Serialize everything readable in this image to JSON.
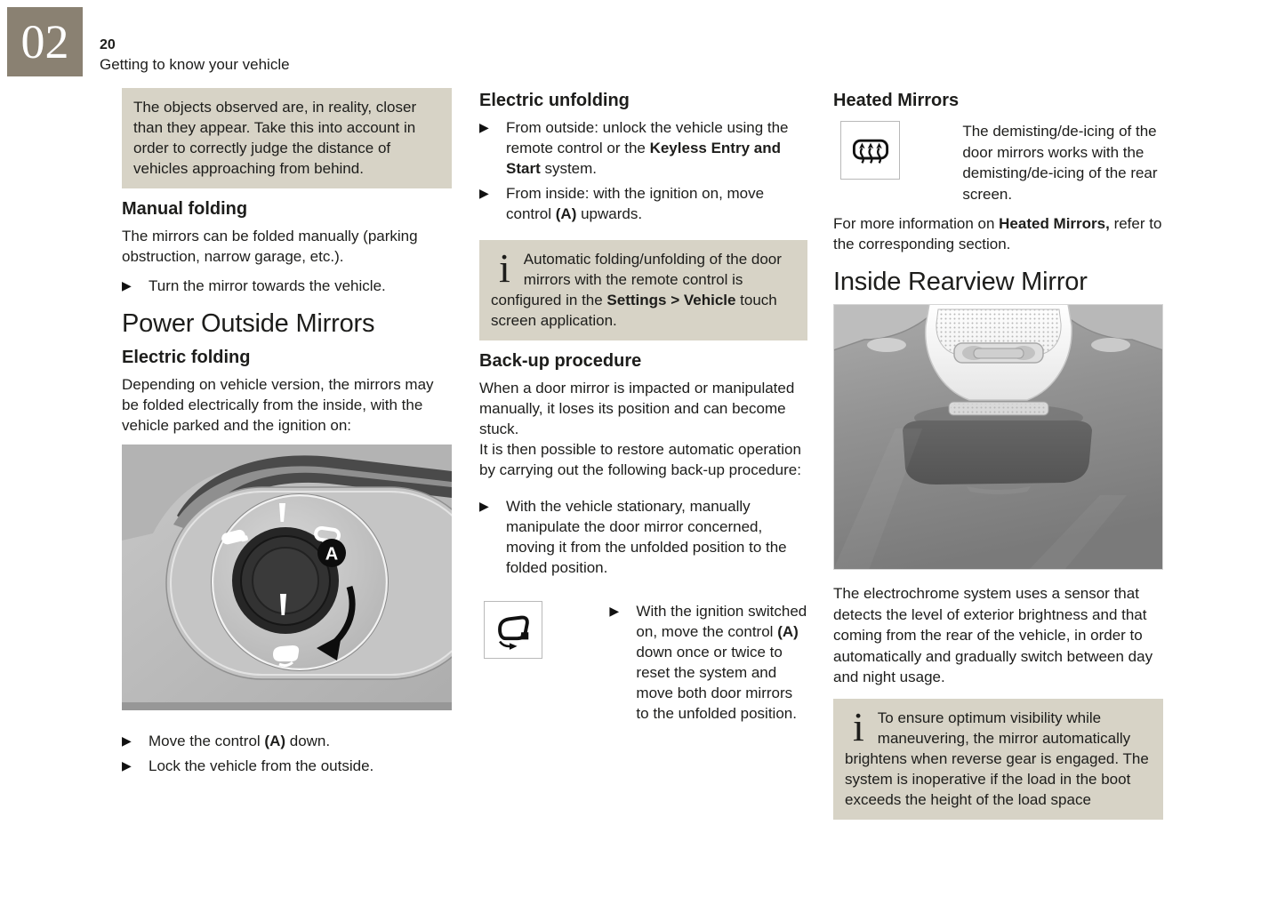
{
  "header": {
    "chapter_number": "02",
    "page_number": "20",
    "chapter_title": "Getting to know your vehicle"
  },
  "icons": {
    "bullet_arrow": "▶",
    "info_glyph": "i"
  },
  "colors": {
    "note_box_background": "#d7d3c6",
    "chapter_box_background": "#8a8172"
  },
  "col1": {
    "warning_text": "The objects observed are, in reality, closer than they appear. Take this into account in order to correctly judge the distance of vehicles approaching from behind.",
    "manual_folding_heading": "Manual folding",
    "manual_folding_body": "The mirrors can be folded manually (parking obstruction, narrow garage, etc.).",
    "manual_folding_bullet": "Turn the mirror towards the vehicle.",
    "power_outside_mirrors_heading": "Power Outside Mirrors",
    "electric_folding_heading": "Electric folding",
    "electric_folding_body": "Depending on vehicle version, the mirrors may be folded electrically from the inside, with the vehicle parked and the ignition on:",
    "figure_control_label": "A",
    "bullet_move": {
      "pre": "Move the control ",
      "bold": "(A)",
      "post": " down."
    },
    "bullet_lock": "Lock the vehicle from the outside."
  },
  "col2": {
    "electric_unfolding_heading": "Electric unfolding",
    "bullet_outside": {
      "pre": "From outside: unlock the vehicle using the remote control or the ",
      "bold": "Keyless Entry and Start",
      "post": " system."
    },
    "bullet_inside": {
      "pre": "From inside: with the ignition on, move control ",
      "bold": "(A)",
      "post": " upwards."
    },
    "info_box": {
      "pre": "Automatic folding/unfolding of the door mirrors with the remote control is configured in the ",
      "bold": "Settings > Vehicle",
      "post": " touch screen application."
    },
    "backup_heading": "Back-up procedure",
    "backup_p1": "When a door mirror is impacted or manipulated manually, it loses its position and can become stuck.",
    "backup_p2": "It is then possible to restore automatic operation by carrying out the following back-up procedure:",
    "bullet_stationary": "With the vehicle stationary, manually manipulate the door mirror concerned, moving it from the unfolded position to the folded position.",
    "bullet_ignition": {
      "pre": "With the ignition switched on, move the control ",
      "bold": "(A)",
      "post": " down once or twice to reset the system and move both door mirrors to the unfolded position."
    }
  },
  "col3": {
    "heated_mirrors_heading": "Heated Mirrors",
    "heated_mirrors_body": "The demisting/de-icing of the door mirrors works with the demisting/de-icing of the rear screen.",
    "more_info": {
      "pre": "For more information on ",
      "bold": "Heated Mirrors,",
      "post": " refer to the corresponding section."
    },
    "inside_rearview_heading": "Inside Rearview Mirror",
    "electrochrome_body": "The electrochrome system uses a sensor that detects the level of exterior brightness and that coming from the rear of the vehicle, in order to automatically and gradually switch between day and night usage.",
    "info_box_text": "To ensure optimum visibility while maneuvering, the mirror automatically brightens when reverse gear is engaged. The system is inoperative if the load in the boot exceeds the height of the load space"
  }
}
